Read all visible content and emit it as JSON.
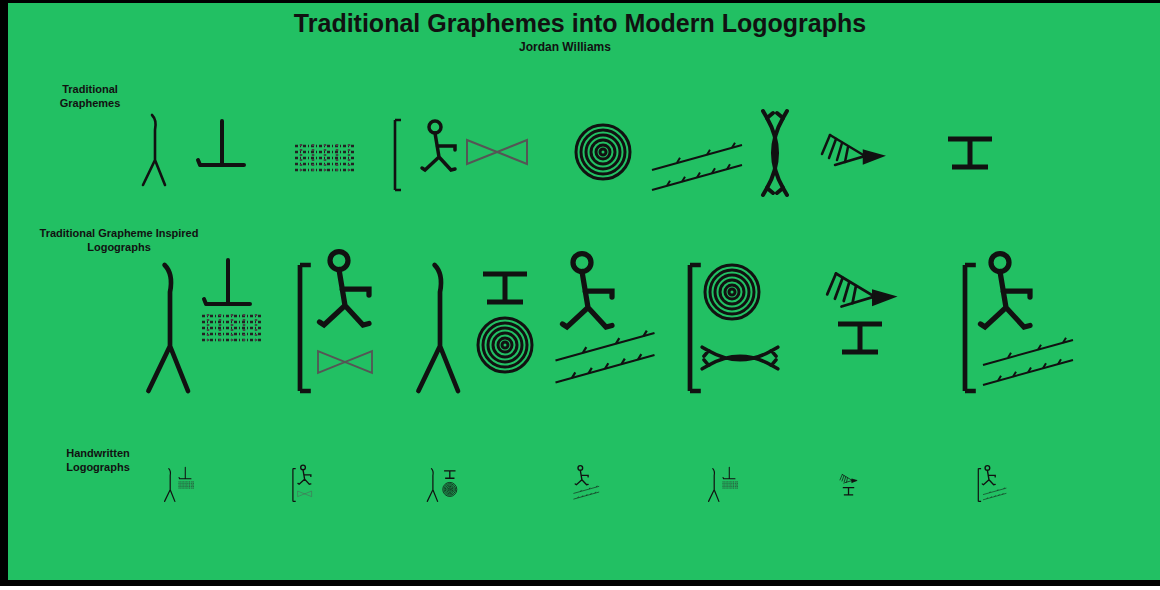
{
  "diagram": {
    "title": "Traditional Graphemes into Modern Logographs",
    "labels": [
      "Jordan Williams",
      "Traditional Graphemes",
      "Traditional Grapheme Inspired Logographs",
      "Handwritten Logographs"
    ]
  }
}
